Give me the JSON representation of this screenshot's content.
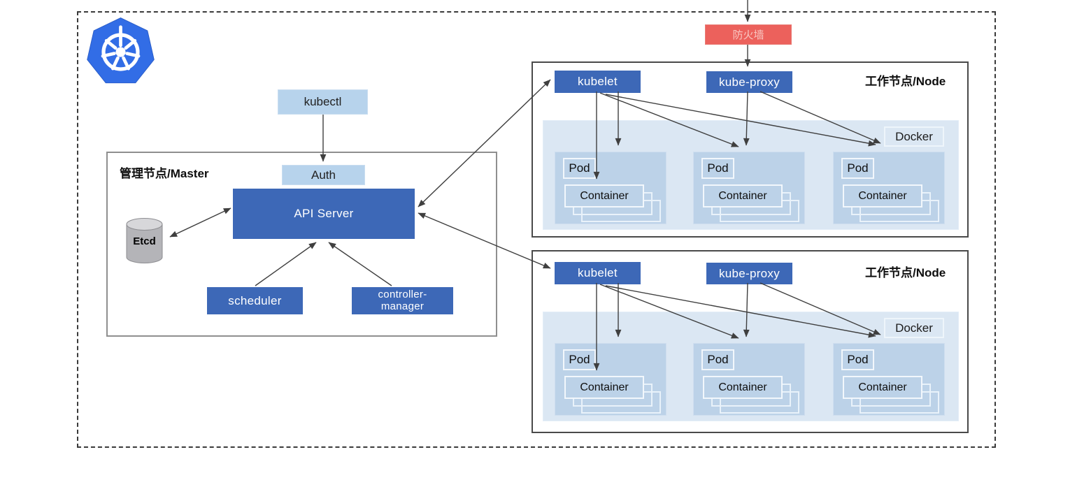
{
  "diagram": {
    "logo": "kubernetes-logo",
    "external": {
      "firewall_label": "防火墙"
    },
    "client": {
      "kubectl_label": "kubectl"
    },
    "master": {
      "section_label": "管理节点/Master",
      "auth_label": "Auth",
      "api_server_label": "API Server",
      "etcd_label": "Etcd",
      "scheduler_label": "scheduler",
      "controller_manager_label": "controller-manager"
    },
    "nodes": [
      {
        "section_label": "工作节点/Node",
        "kubelet_label": "kubelet",
        "kube_proxy_label": "kube-proxy",
        "docker_label": "Docker",
        "pods": [
          {
            "pod_label": "Pod",
            "container_label": "Container"
          },
          {
            "pod_label": "Pod",
            "container_label": "Container"
          },
          {
            "pod_label": "Pod",
            "container_label": "Container"
          }
        ]
      },
      {
        "section_label": "工作节点/Node",
        "kubelet_label": "kubelet",
        "kube_proxy_label": "kube-proxy",
        "docker_label": "Docker",
        "pods": [
          {
            "pod_label": "Pod",
            "container_label": "Container"
          },
          {
            "pod_label": "Pod",
            "container_label": "Container"
          },
          {
            "pod_label": "Pod",
            "container_label": "Container"
          }
        ]
      }
    ],
    "colors": {
      "component_blue": "#3d68b7",
      "light_blue": "#b7d3ec",
      "docker_bg": "#dbe7f3",
      "pod_bg": "#bcd2e8",
      "firewall_red": "#ec615c",
      "k8s_logo_blue": "#326de6",
      "arrow_gray": "#3f3f3f"
    }
  }
}
